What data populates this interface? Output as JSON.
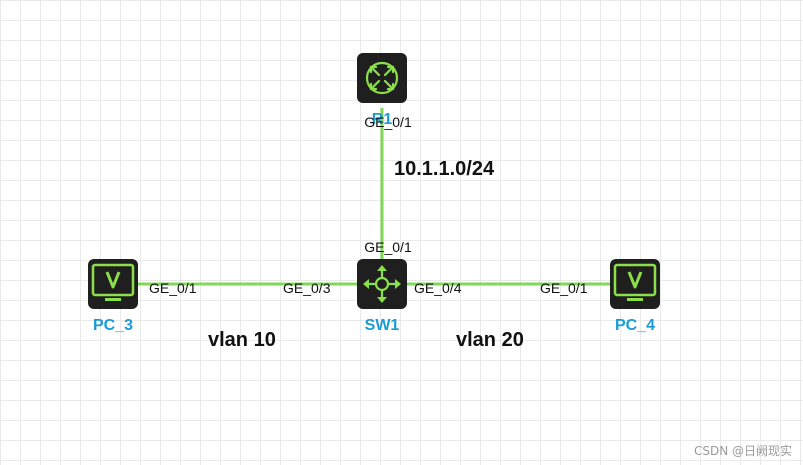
{
  "colors": {
    "link": "#7ed957",
    "device_bg": "#1f1f1f",
    "icon_accent": "#8be04a",
    "node_label": "#1a9bd7"
  },
  "nodes": {
    "r1": {
      "label": "R1",
      "icon": "router-icon"
    },
    "sw1": {
      "label": "SW1",
      "icon": "switch-icon"
    },
    "pc3": {
      "label": "PC_3",
      "icon": "pc-monitor-icon"
    },
    "pc4": {
      "label": "PC_4",
      "icon": "pc-monitor-icon"
    }
  },
  "ports": {
    "r1_ge01": "GE_0/1",
    "sw1_ge01": "GE_0/1",
    "sw1_ge03": "GE_0/3",
    "sw1_ge04": "GE_0/4",
    "pc3_ge01": "GE_0/1",
    "pc4_ge01": "GE_0/1"
  },
  "annotations": {
    "network": "10.1.1.0/24",
    "vlan_left": "vlan 10",
    "vlan_right": "vlan 20"
  },
  "watermark": "CSDN @日阙现实"
}
